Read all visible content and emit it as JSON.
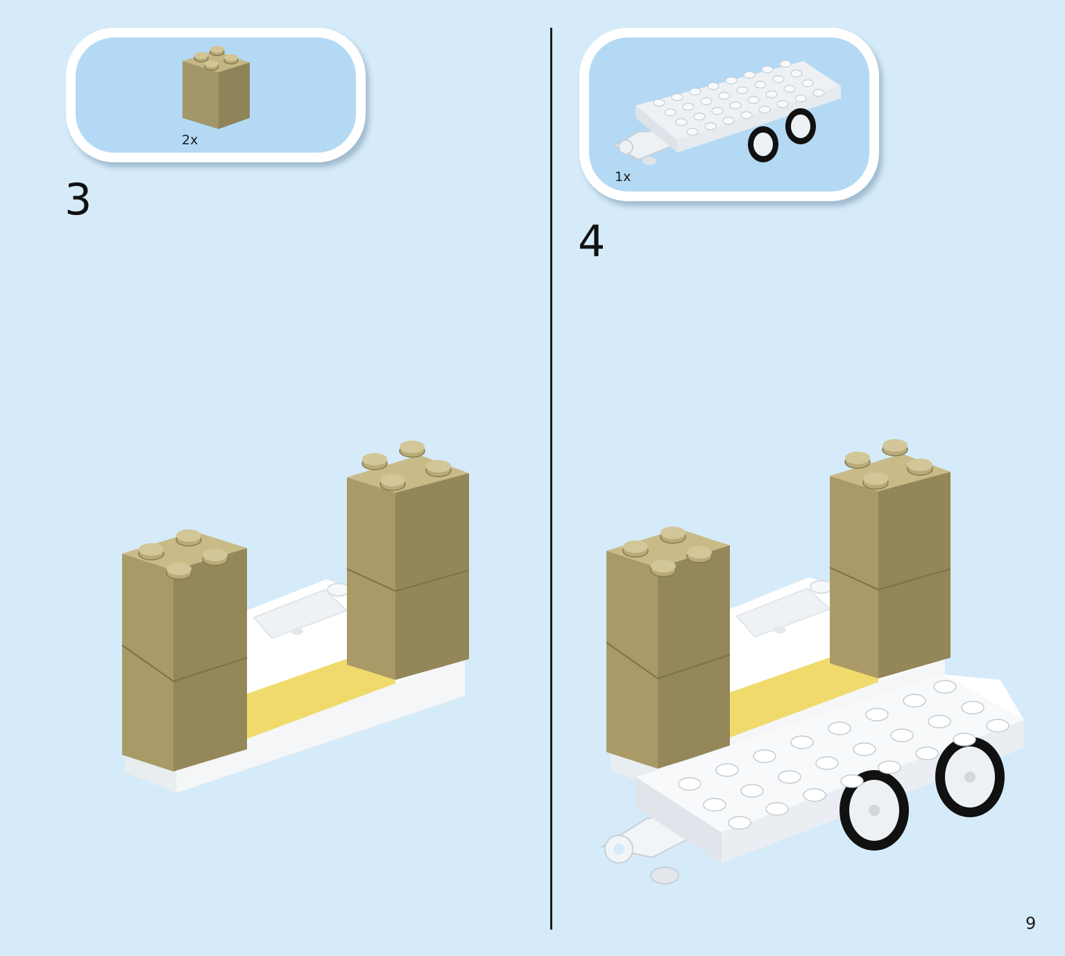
{
  "steps": [
    {
      "number": "3",
      "parts": [
        {
          "name": "tan-duplo-2x2-brick",
          "quantity": "2x"
        }
      ]
    },
    {
      "number": "4",
      "parts": [
        {
          "name": "white-duplo-trailer",
          "quantity": "1x"
        }
      ]
    }
  ],
  "page": {
    "number": "9"
  },
  "colors": {
    "background": "#d5ebf9",
    "parts_box": "#b3d9f4",
    "tan_brick": "#a99a68",
    "yellow_brick": "#f0da6c",
    "white_brick": "#ffffff",
    "wheel": "#111111"
  }
}
